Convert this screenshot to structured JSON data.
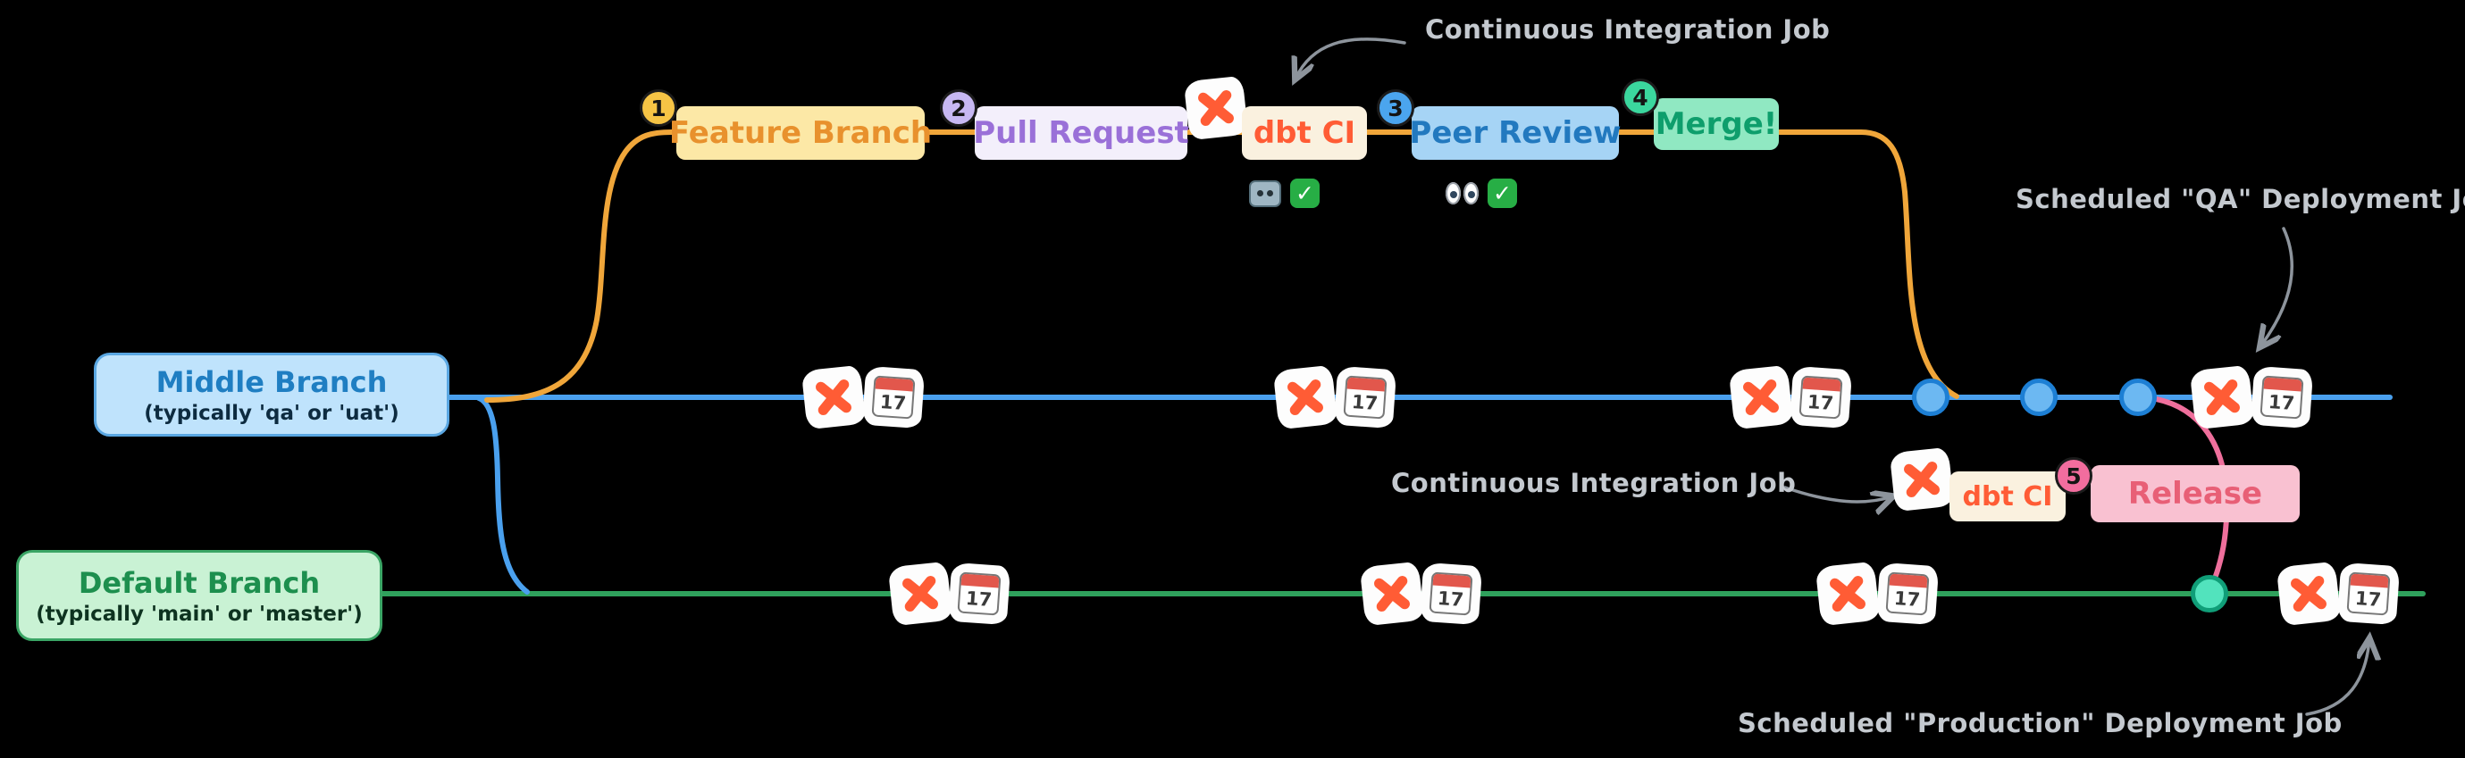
{
  "annotations": {
    "ci_job_top": "Continuous Integration Job",
    "qa_deploy": "Scheduled \"QA\" Deployment Job",
    "ci_job_release": "Continuous Integration Job",
    "prod_deploy": "Scheduled \"Production\" Deployment Job"
  },
  "steps": [
    {
      "num": "1",
      "label": "Feature Branch"
    },
    {
      "num": "2",
      "label": "Pull Request"
    },
    {
      "num": "",
      "label": "dbt CI"
    },
    {
      "num": "3",
      "label": "Peer Review"
    },
    {
      "num": "4",
      "label": "Merge!"
    }
  ],
  "statuses": [
    {
      "icon": "robot",
      "result": "check"
    },
    {
      "icon": "eyes",
      "result": "check"
    }
  ],
  "branches": {
    "middle": {
      "title": "Middle Branch",
      "subtitle": "(typically 'qa' or 'uat')"
    },
    "default": {
      "title": "Default Branch",
      "subtitle": "(typically 'main' or 'master')"
    }
  },
  "release": {
    "num": "5",
    "label": "Release",
    "ci_label": "dbt CI"
  },
  "calendar": {
    "day": "17"
  },
  "icons": {
    "dbt_logo": "orange dbt X mark",
    "calendar": "📅",
    "robot": "🤖",
    "eyes": "👀",
    "check": "✅"
  },
  "colors": {
    "background": "#000000",
    "feature_line": "#f0a63a",
    "middle_line": "#4aa0ee",
    "default_line": "#2fa15c",
    "release_line": "#ef6f9c",
    "dbt_orange": "#ff5c35",
    "annotation_gray": "#c4c9cf"
  }
}
